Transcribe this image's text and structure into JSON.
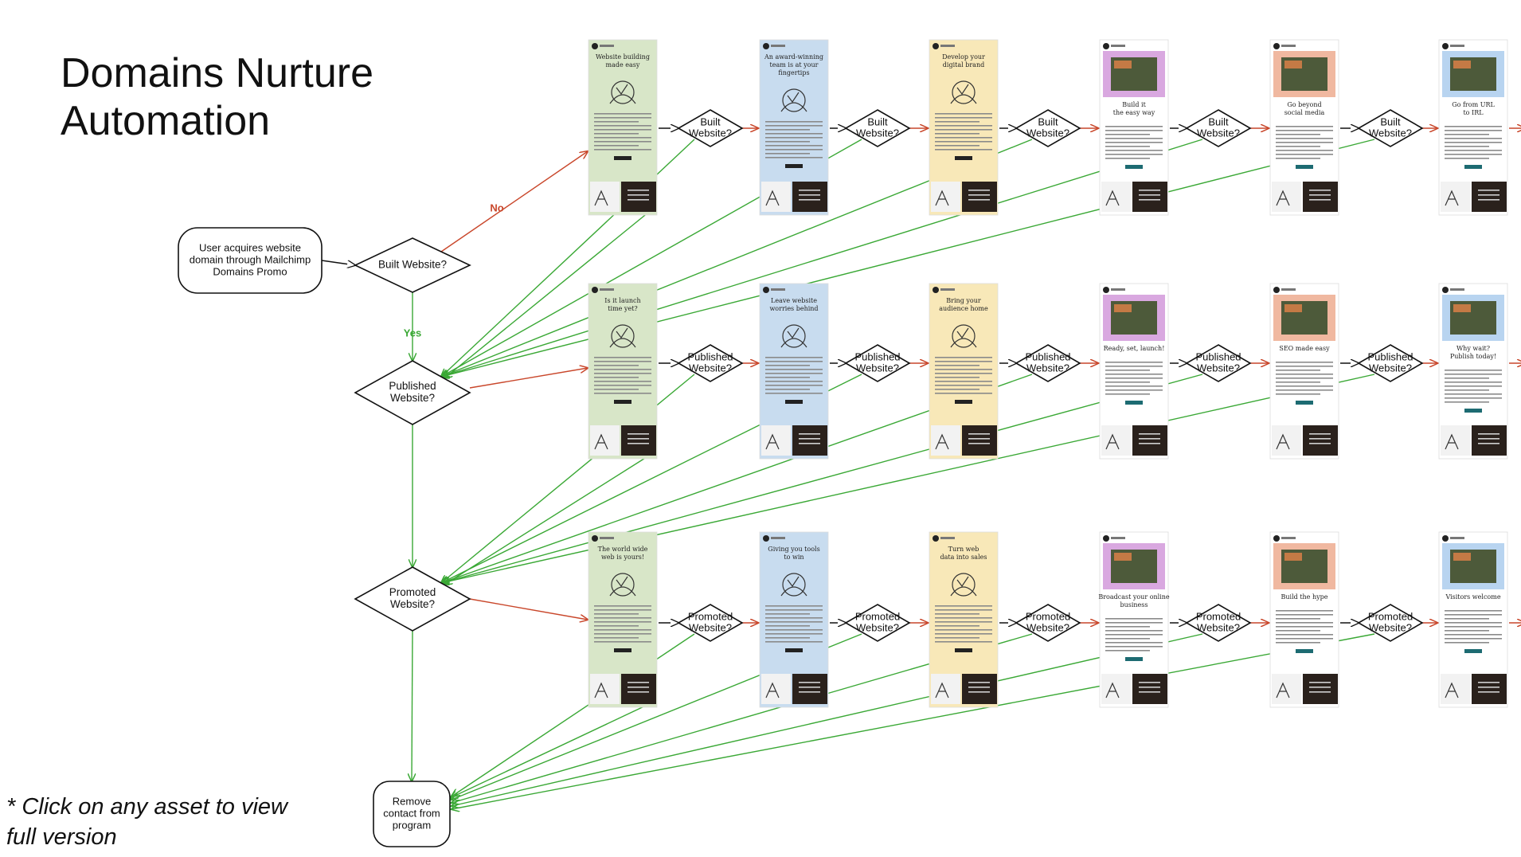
{
  "title": [
    "Domains Nurture",
    "Automation"
  ],
  "footnote": "* Click on any asset to view full version",
  "start_node": [
    "User acquires website",
    "domain through Mailchimp",
    "Domains Promo"
  ],
  "end_node": [
    "Remove",
    "contact from",
    "program"
  ],
  "labels": {
    "no": "No",
    "yes": "Yes"
  },
  "main_decisions": [
    [
      "Built Website?"
    ],
    [
      "Published",
      "Website?"
    ],
    [
      "Promoted",
      "Website?"
    ]
  ],
  "row_decisions": [
    [
      "Built",
      "Website?"
    ],
    [
      "Published",
      "Website?"
    ],
    [
      "Promoted",
      "Website?"
    ]
  ],
  "emails": [
    [
      {
        "title": [
          "Website building",
          "made easy"
        ],
        "bg": "#d8e6c8",
        "style": "illus"
      },
      {
        "title": [
          "An award-winning",
          "team is at your",
          "fingertips"
        ],
        "bg": "#c8dcef",
        "style": "illus"
      },
      {
        "title": [
          "Develop your",
          "digital brand"
        ],
        "bg": "#f8e8b8",
        "style": "illus"
      },
      {
        "title": [
          "Build it",
          "the easy way"
        ],
        "bg": "#ffffff",
        "style": "photo",
        "accent": "#d9a8e0"
      },
      {
        "title": [
          "Go beyond",
          "social media"
        ],
        "bg": "#ffffff",
        "style": "photo",
        "accent": "#f0b8a0"
      },
      {
        "title": [
          "Go from URL",
          "to IRL"
        ],
        "bg": "#ffffff",
        "style": "photo",
        "accent": "#b8d4f0"
      }
    ],
    [
      {
        "title": [
          "Is it launch",
          "time yet?"
        ],
        "bg": "#d8e6c8",
        "style": "illus"
      },
      {
        "title": [
          "Leave website",
          "worries behind"
        ],
        "bg": "#c8dcef",
        "style": "illus"
      },
      {
        "title": [
          "Bring your",
          "audience home"
        ],
        "bg": "#f8e8b8",
        "style": "illus"
      },
      {
        "title": [
          "Ready, set, launch!"
        ],
        "bg": "#ffffff",
        "style": "photo",
        "accent": "#d9a8e0"
      },
      {
        "title": [
          "SEO made easy"
        ],
        "bg": "#ffffff",
        "style": "photo",
        "accent": "#f0b8a0"
      },
      {
        "title": [
          "Why wait?",
          "Publish today!"
        ],
        "bg": "#ffffff",
        "style": "photo",
        "accent": "#b8d4f0"
      }
    ],
    [
      {
        "title": [
          "The world wide",
          "web is yours!"
        ],
        "bg": "#d8e6c8",
        "style": "illus"
      },
      {
        "title": [
          "Giving you tools",
          "to win"
        ],
        "bg": "#c8dcef",
        "style": "illus"
      },
      {
        "title": [
          "Turn web",
          "data into sales"
        ],
        "bg": "#f8e8b8",
        "style": "illus"
      },
      {
        "title": [
          "Broadcast your online",
          "business"
        ],
        "bg": "#ffffff",
        "style": "photo",
        "accent": "#d9a8e0"
      },
      {
        "title": [
          "Build the hype"
        ],
        "bg": "#ffffff",
        "style": "photo",
        "accent": "#f0b8a0"
      },
      {
        "title": [
          "Visitors welcome"
        ],
        "bg": "#ffffff",
        "style": "photo",
        "accent": "#b8d4f0"
      }
    ]
  ],
  "colors": {
    "yes": "#3aa835",
    "no": "#c9472b",
    "dark": "#2a211c",
    "line": "#111111"
  }
}
